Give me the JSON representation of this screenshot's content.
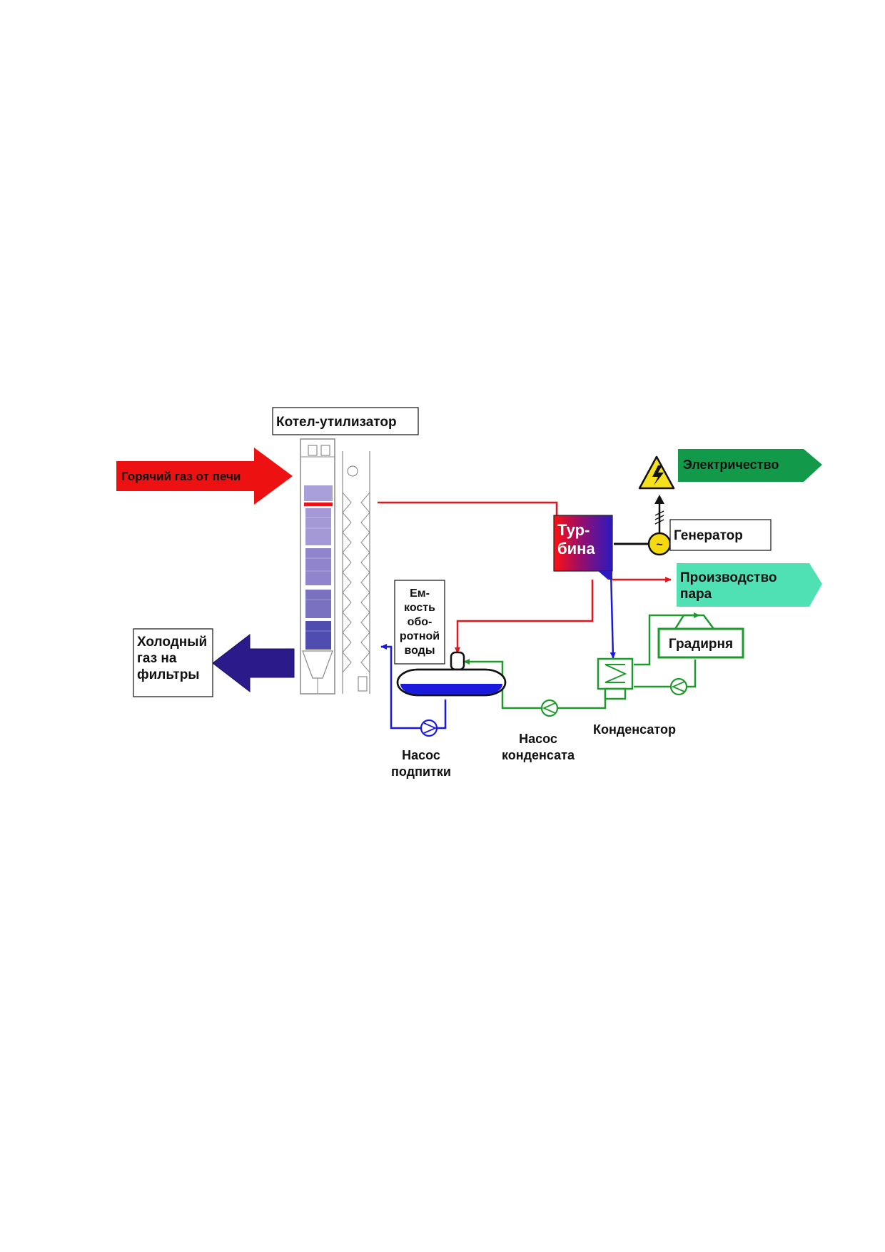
{
  "labels": {
    "boiler": "Котел-утилизатор",
    "hot_gas": "Горячий газ от печи",
    "cold_gas_1": "Холодный",
    "cold_gas_2": "газ на",
    "cold_gas_3": "фильтры",
    "tank_1": "Ем-",
    "tank_2": "кость",
    "tank_3": "обо-",
    "tank_4": "ротной",
    "tank_5": "воды",
    "turbine_1": "Тур-",
    "turbine_2": "бина",
    "generator": "Генератор",
    "electricity": "Электричество",
    "steam_1": "Производство",
    "steam_2": "пара",
    "cooling_tower": "Градирня",
    "condenser": "Конденсатор",
    "makeup_pump_1": "Насос",
    "makeup_pump_2": "подпитки",
    "condensate_pump_1": "Насос",
    "condensate_pump_2": "конденсата"
  },
  "colors": {
    "steam_line": "#e8141c",
    "water_line": "#1a1adc",
    "cooling_line": "#1e9a2c",
    "hot_gas_arrow": "#ee1111",
    "cold_gas_arrow": "#2a1a8a",
    "electricity_arrow": "#129a4a",
    "steam_arrow": "#4fe0b4",
    "warning_sign": "#f6e11c"
  },
  "icons": [
    "boiler-tower-icon",
    "high-voltage-warning-icon",
    "generator-icon",
    "condenser-icon",
    "pump-icon",
    "tank-icon"
  ]
}
